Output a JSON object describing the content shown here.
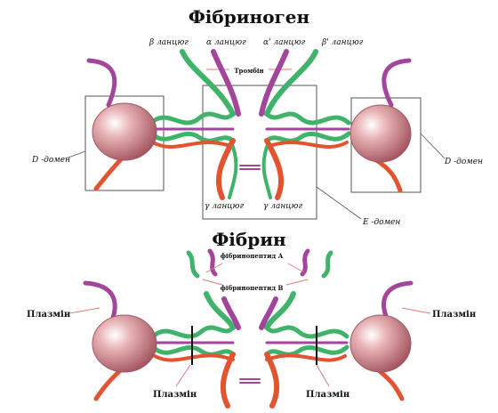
{
  "colors": {
    "purple": "#a3459b",
    "green": "#3fb36a",
    "red": "#e2532f",
    "globule": "#c97f86",
    "plasmin_line": "#e07a7a",
    "box": "#555555",
    "cut_line": "#111111"
  },
  "fibrinogen": {
    "title": "Фібриноген",
    "chain_beta": "β ланцюг",
    "chain_alpha": "α ланцюг",
    "chain_alpha_prime": "α' ланцюг",
    "chain_beta_prime": "β' ланцюг",
    "thrombin": "Тромбін",
    "d_domain_left": "D -домен",
    "d_domain_right": "D -домен",
    "gamma_left": "γ ланцюг",
    "gamma_right": "γ ланцюг",
    "e_domain": "E -домен"
  },
  "fibrin": {
    "title": "Фібрин",
    "fibrinopeptide_a": "фібринопептид А",
    "fibrinopeptide_b": "фібринопептид B",
    "plasmin_top_left": "Плазмін",
    "plasmin_top_right": "Плазмін",
    "plasmin_bottom_left": "Плазмін",
    "plasmin_bottom_right": "Плазмін"
  }
}
